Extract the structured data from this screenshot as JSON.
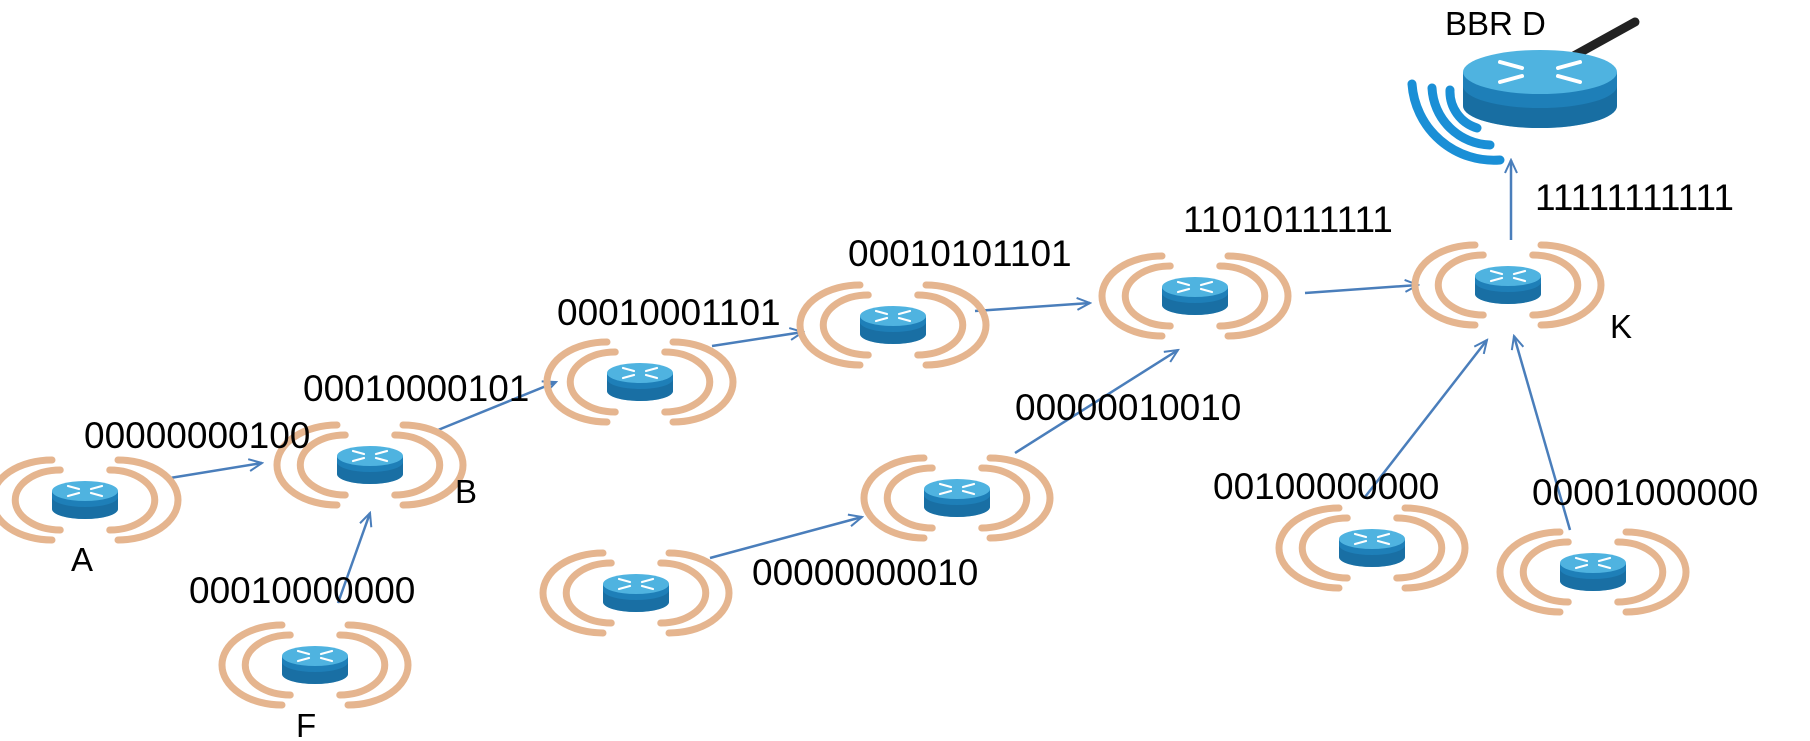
{
  "colors": {
    "arrow": "#4a7ebb",
    "router_top": "#4fb3e0",
    "router_side": "#1e7fb8",
    "router_dark": "#14608f",
    "signal_arc": "#e5b58f",
    "wifi_arc": "#1a8fd6",
    "antenna": "#222222",
    "text": "#000000"
  },
  "bbr": {
    "label": "BBR D",
    "icon": "border-router-icon"
  },
  "nodes": [
    {
      "id": "A",
      "label": "A"
    },
    {
      "id": "B",
      "label": "B"
    },
    {
      "id": "F",
      "label": "F"
    },
    {
      "id": "n1",
      "label": ""
    },
    {
      "id": "n2",
      "label": ""
    },
    {
      "id": "n3",
      "label": ""
    },
    {
      "id": "n4",
      "label": ""
    },
    {
      "id": "n5",
      "label": ""
    },
    {
      "id": "n6",
      "label": ""
    },
    {
      "id": "K",
      "label": "K"
    },
    {
      "id": "n7",
      "label": ""
    },
    {
      "id": "n8",
      "label": ""
    }
  ],
  "links": [
    {
      "from": "A",
      "to": "B",
      "bits": "00000000100"
    },
    {
      "from": "F",
      "to": "B",
      "bits": "00010000000"
    },
    {
      "from": "B",
      "to": "n1",
      "bits": "00010000101"
    },
    {
      "from": "n1",
      "to": "n2",
      "bits": "00010001101"
    },
    {
      "from": "n2",
      "to": "n3",
      "bits": "00010101101"
    },
    {
      "from": "n4",
      "to": "n5",
      "bits": "00000000010"
    },
    {
      "from": "n5",
      "to": "n3",
      "bits": "00000010010"
    },
    {
      "from": "n3",
      "to": "K",
      "bits": "11010111111"
    },
    {
      "from": "n7",
      "to": "K",
      "bits": "00100000000"
    },
    {
      "from": "n8",
      "to": "K",
      "bits": "00001000000"
    },
    {
      "from": "K",
      "to": "BBR",
      "bits": "11111111111"
    }
  ]
}
